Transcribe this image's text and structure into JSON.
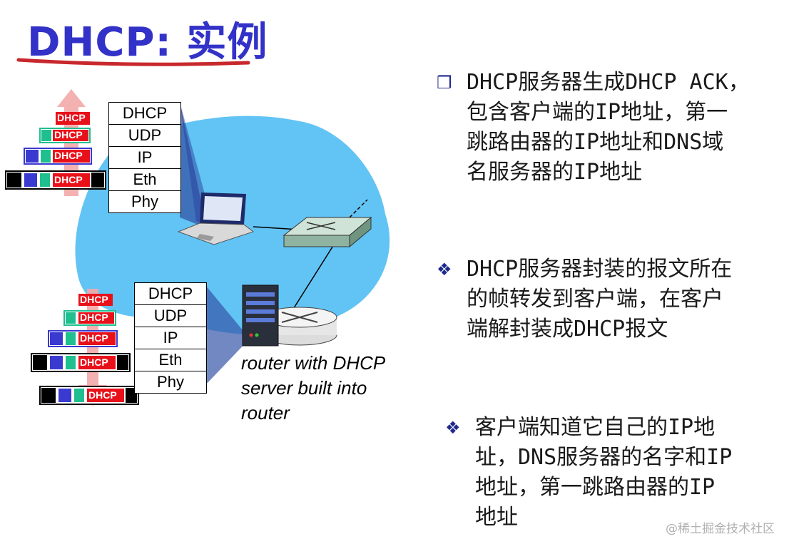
{
  "slide": {
    "title": "DHCP: 实例",
    "stack_layers": [
      "DHCP",
      "UDP",
      "IP",
      "Eth",
      "Phy"
    ],
    "packet_label": "DHCP",
    "router_caption_lines": [
      "router with DHCP",
      "server built into",
      "router"
    ],
    "bullets": [
      {
        "marker": "❒",
        "text_lines": [
          "DHCP服务器生成DHCP ACK，",
          "包含客户端的IP地址，第一",
          "跳路由器的IP地址和DNS域",
          "名服务器的IP地址"
        ]
      },
      {
        "marker": "❖",
        "text_lines": [
          "DHCP服务器封装的报文所在",
          "的帧转发到客户端，在客户",
          "端解封装成DHCP报文"
        ]
      },
      {
        "marker": "❖",
        "text_lines": [
          "客户端知道它自己的IP地",
          "址，DNS服务器的名字和IP",
          "地址，第一跳路由器的IP",
          "地址"
        ]
      }
    ],
    "watermark": "@稀土掘金技术社区"
  },
  "colors": {
    "title": "#3232c8",
    "underline": "#c8282d",
    "network_cloud": "#62c4f4",
    "packet_red": "#e8111a",
    "packet_teal": "#1fbf8f",
    "packet_blue": "#3a3ad0",
    "bullet_marker": "#1f2a8c"
  }
}
